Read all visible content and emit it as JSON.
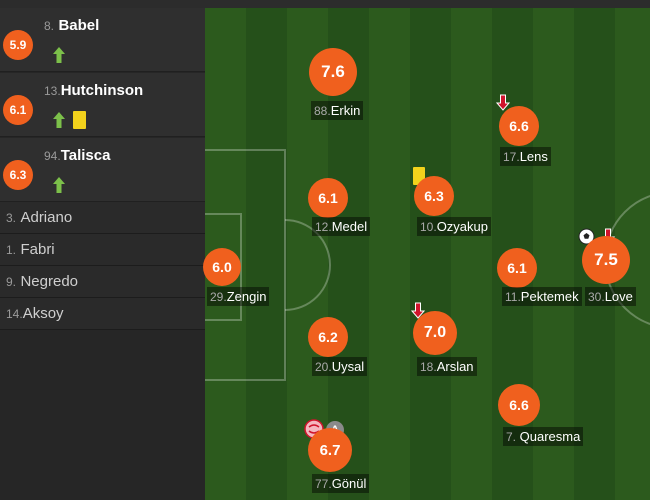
{
  "colors": {
    "rating": "#f0601e",
    "sub_in": "#7cc04a",
    "sub_out": "#d0142c",
    "yellow_card": "#f2d21c"
  },
  "subs": [
    {
      "num": "8.",
      "name": "Babel",
      "rating": "5.9"
    },
    {
      "num": "13.",
      "name": "Hutchinson",
      "rating": "6.1"
    },
    {
      "num": "94.",
      "name": "Talisca",
      "rating": "6.3"
    }
  ],
  "bench": [
    {
      "num": "3.",
      "name": "Adriano"
    },
    {
      "num": "1.",
      "name": "Fabri"
    },
    {
      "num": "9.",
      "name": "Negredo"
    },
    {
      "num": "14.",
      "name": "Aksoy"
    }
  ],
  "players": {
    "erkin": {
      "num": "88.",
      "name": "Erkin",
      "rating": "7.6"
    },
    "lens": {
      "num": "17.",
      "name": "Lens",
      "rating": "6.6"
    },
    "medel": {
      "num": "12.",
      "name": "Medel",
      "rating": "6.1"
    },
    "ozyakup": {
      "num": "10.",
      "name": "Ozyakup",
      "rating": "6.3"
    },
    "love": {
      "num": "30.",
      "name": "Love",
      "rating": "7.5"
    },
    "zengin": {
      "num": "29.",
      "name": "Zengin",
      "rating": "6.0"
    },
    "pektemek": {
      "num": "11.",
      "name": "Pektemek",
      "rating": "6.1"
    },
    "uysal": {
      "num": "20.",
      "name": "Uysal",
      "rating": "6.2"
    },
    "arslan": {
      "num": "18.",
      "name": "Arslan",
      "rating": "7.0"
    },
    "quaresma": {
      "num": "7.",
      "name": "Quaresma",
      "rating": "6.6"
    },
    "gonul": {
      "num": "77.",
      "name": "Gönül",
      "rating": "6.7",
      "badge": "A"
    }
  }
}
